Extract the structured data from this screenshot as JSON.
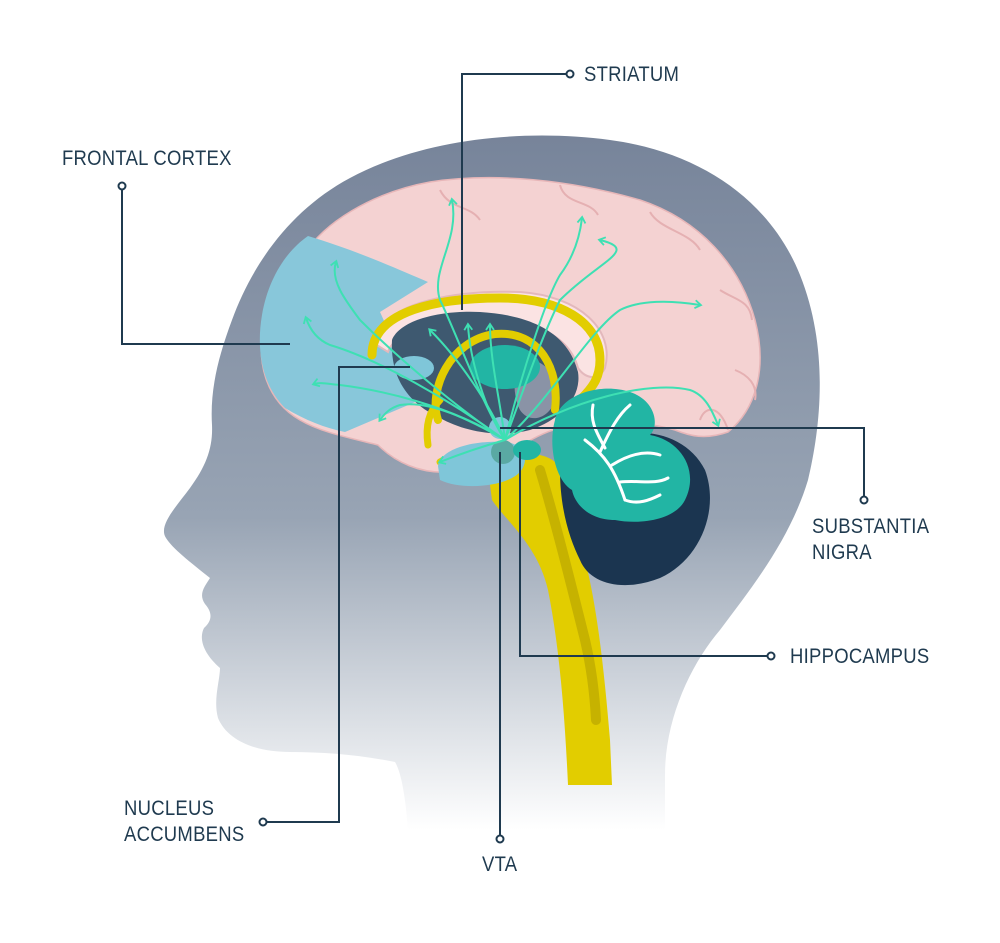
{
  "labels": {
    "striatum": "STRIATUM",
    "frontal_cortex": "FRONTAL CORTEX",
    "substantia_nigra": [
      "SUBSTANTIA",
      "NIGRA"
    ],
    "hippocampus": "HIPPOCAMPUS",
    "nucleus_accumbens": [
      "NUCLEUS",
      "ACCUMBENS"
    ],
    "vta": "VTA"
  },
  "colors": {
    "head_top": "#7b8799",
    "head_bottom": "#ffffff",
    "cerebrum": "#f4d2d2",
    "frontal_cortex": "#88c7da",
    "pathway": "#e2cd00",
    "projection": "#3ee0b3",
    "cerebellum": "#22b5a4",
    "cerebellum_dark": "#1b3550",
    "leader_line": "#1f3a4f"
  }
}
